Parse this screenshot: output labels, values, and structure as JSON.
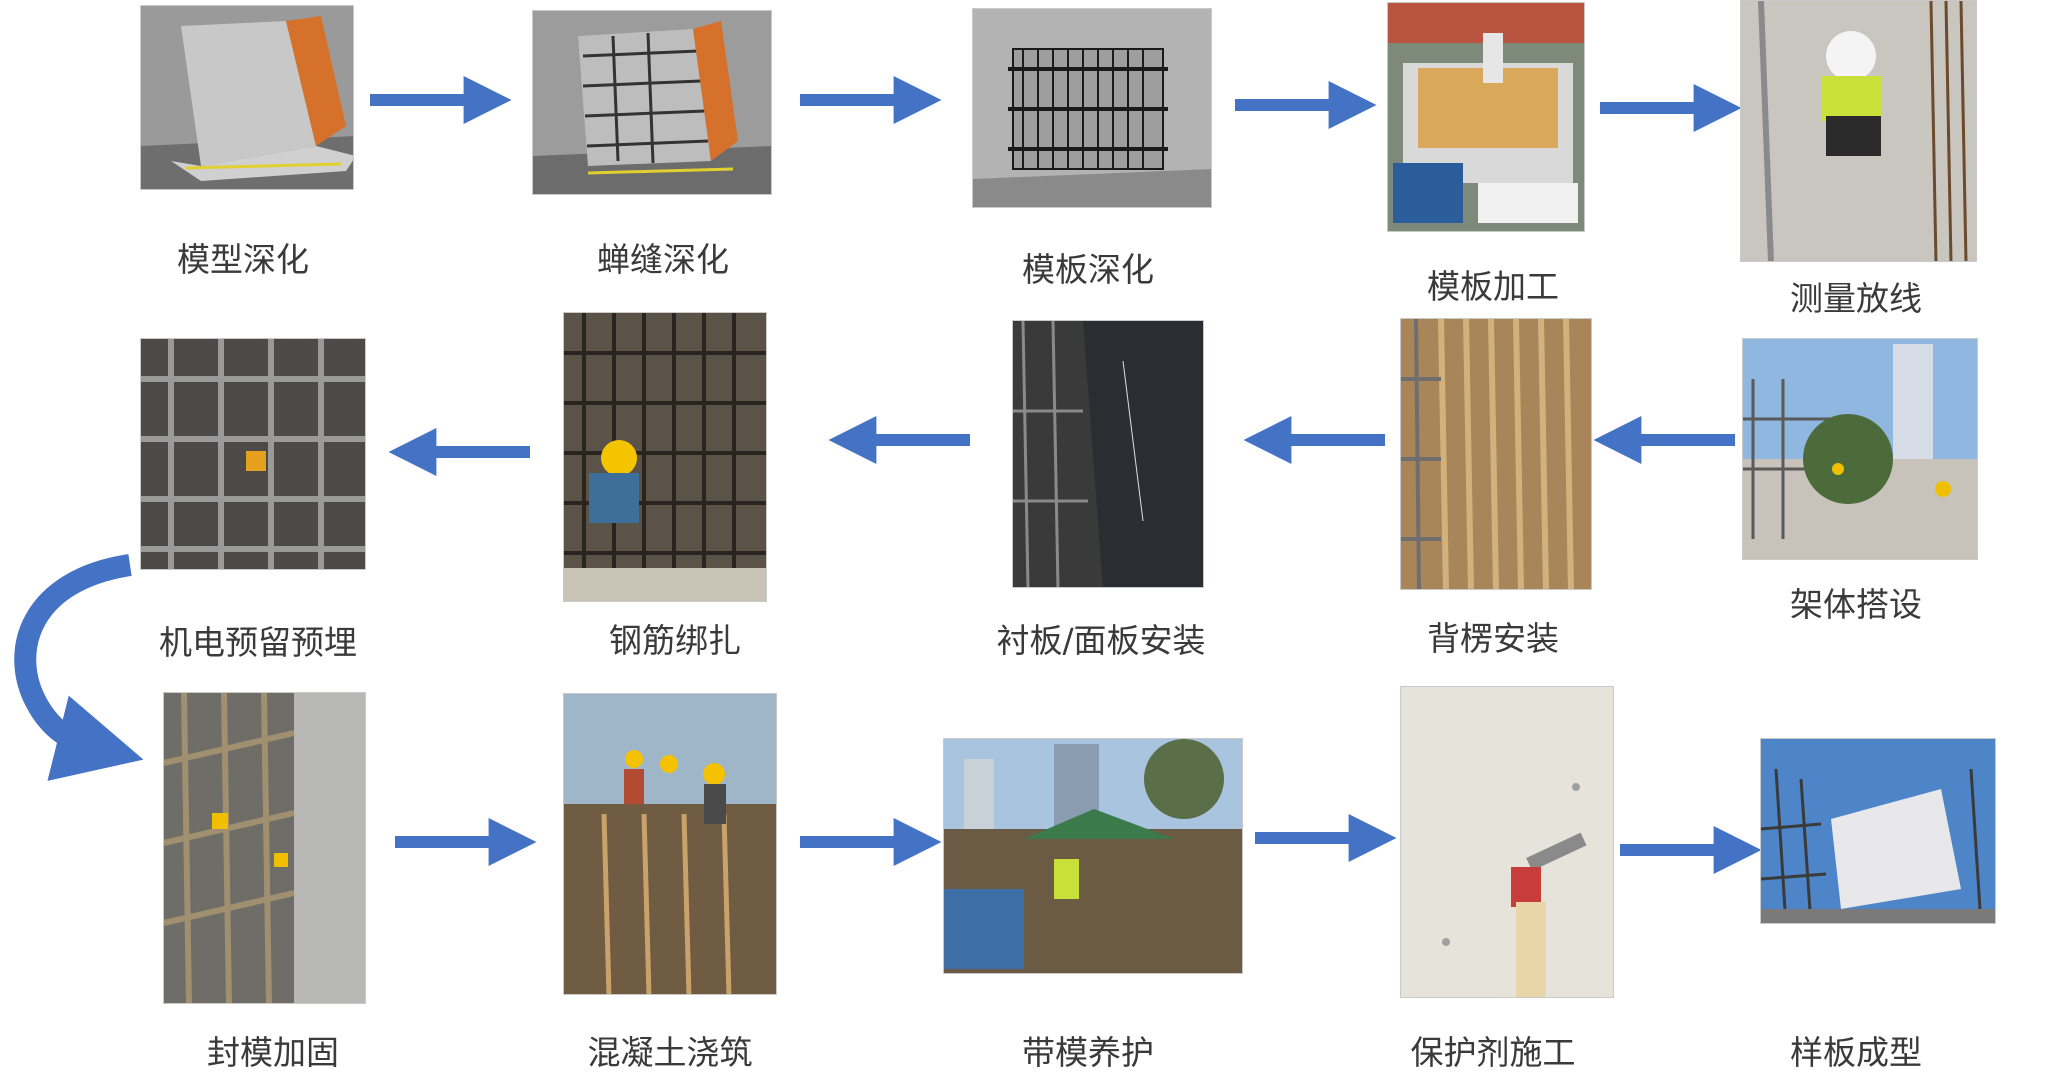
{
  "steps": [
    {
      "label": "模型深化"
    },
    {
      "label": "蝉缝深化"
    },
    {
      "label": "模板深化"
    },
    {
      "label": "模板加工"
    },
    {
      "label": "测量放线"
    },
    {
      "label": "架体搭设"
    },
    {
      "label": "背楞安装"
    },
    {
      "label": "衬板/面板安装"
    },
    {
      "label": "钢筋绑扎"
    },
    {
      "label": "机电预留预埋"
    },
    {
      "label": "封模加固"
    },
    {
      "label": "混凝土浇筑"
    },
    {
      "label": "带模养护"
    },
    {
      "label": "保护剂施工"
    },
    {
      "label": "样板成型"
    }
  ],
  "colors": {
    "arrow": "#4472c4",
    "label": "#3a3a3a"
  }
}
